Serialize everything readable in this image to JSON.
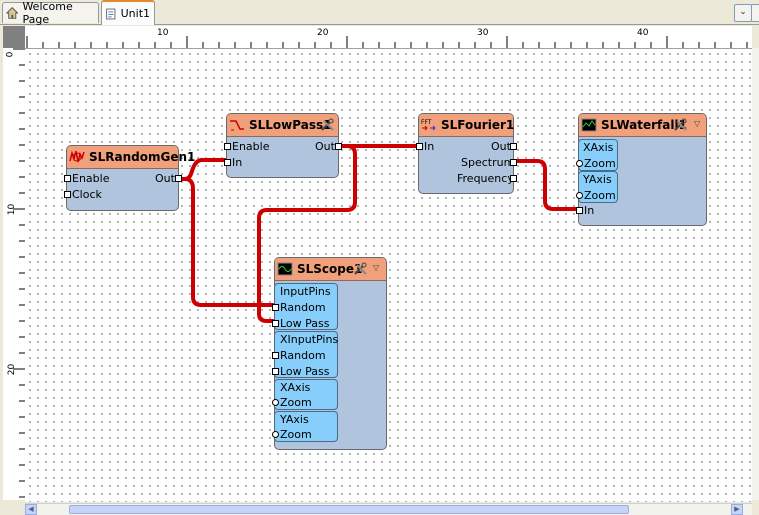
{
  "tabs": [
    {
      "label": "Welcome Page",
      "icon": "home-icon"
    },
    {
      "label": "Unit1",
      "icon": "unit-form-icon"
    }
  ],
  "ruler": {
    "h_labels": [
      "10",
      "20",
      "30",
      "40"
    ],
    "v_labels": [
      "0",
      "10",
      "20"
    ]
  },
  "components": {
    "random": {
      "title": "SLRandomGen1",
      "pins_left": [
        "Enable",
        "Clock"
      ],
      "pin_out": "Out"
    },
    "lowpass": {
      "title": "SLLowPass1",
      "pins_left": [
        "Enable",
        "In"
      ],
      "pin_out": "Out"
    },
    "fourier": {
      "title": "SLFourier1",
      "pin_in": "In",
      "pin_out": "Out",
      "pins_right": [
        "Spectrum",
        "Frequency"
      ],
      "icon_text": "FFT"
    },
    "waterfall": {
      "title": "SLWaterfall1",
      "groups": [
        {
          "label": "XAxis",
          "pin": "Zoom"
        },
        {
          "label": "YAxis",
          "pin": "Zoom"
        }
      ],
      "pin_in": "In"
    },
    "scope": {
      "title": "SLScope1",
      "groups": [
        {
          "label": "InputPins",
          "pins": [
            "Random",
            "Low Pass"
          ]
        },
        {
          "label": "XInputPins",
          "pins": [
            "Random",
            "Low Pass"
          ]
        },
        {
          "label": "XAxis",
          "pins": [
            "Zoom"
          ]
        },
        {
          "label": "YAxis",
          "pins": [
            "Zoom"
          ]
        }
      ]
    }
  },
  "colors": {
    "wire": "#cc0000",
    "header": "#f0a07a",
    "body": "#b0c4de",
    "group": "#87cefa"
  }
}
